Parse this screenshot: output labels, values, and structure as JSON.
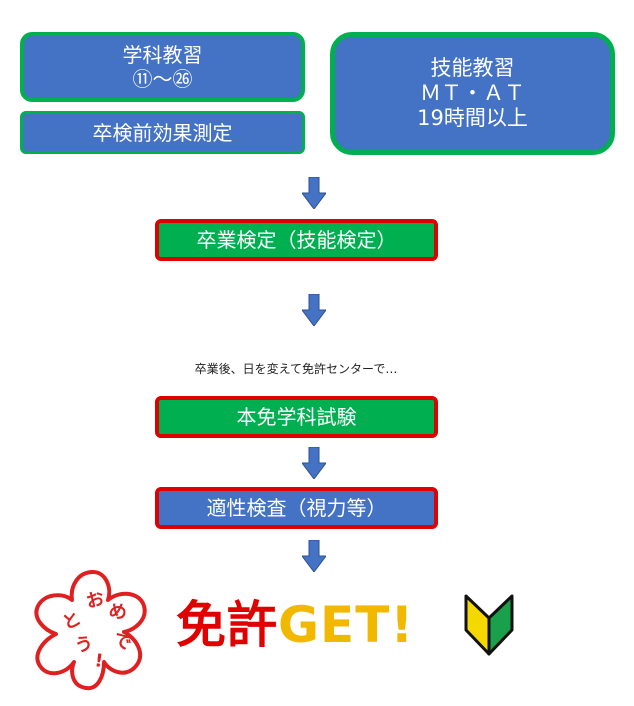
{
  "boxes": {
    "gakka": {
      "line1": "学科教習",
      "line2": "⑪～㉖"
    },
    "sotsuken_mae": {
      "label": "卒検前効果測定"
    },
    "ginou": {
      "line1": "技能教習",
      "line2": "ＭＴ・ＡＴ",
      "line3": "19時間以上"
    },
    "sotsugyo": {
      "label": "卒業検定（技能検定）"
    },
    "honmen": {
      "label": "本免学科試験"
    },
    "tekisei": {
      "label": "適性検査（視力等）"
    }
  },
  "note": "卒業後、日を変えて免許センターで…",
  "finale": {
    "kanji": "免許",
    "latin": "GET",
    "exclamation": "!",
    "stamp_text": "おめでとう!"
  },
  "colors": {
    "box_blue": "#4472c4",
    "box_green": "#00b050",
    "border_red": "#e00000",
    "arrow_blue": "#4472c4",
    "get_yellow": "#f2b800",
    "stamp_red": "#e02020"
  }
}
